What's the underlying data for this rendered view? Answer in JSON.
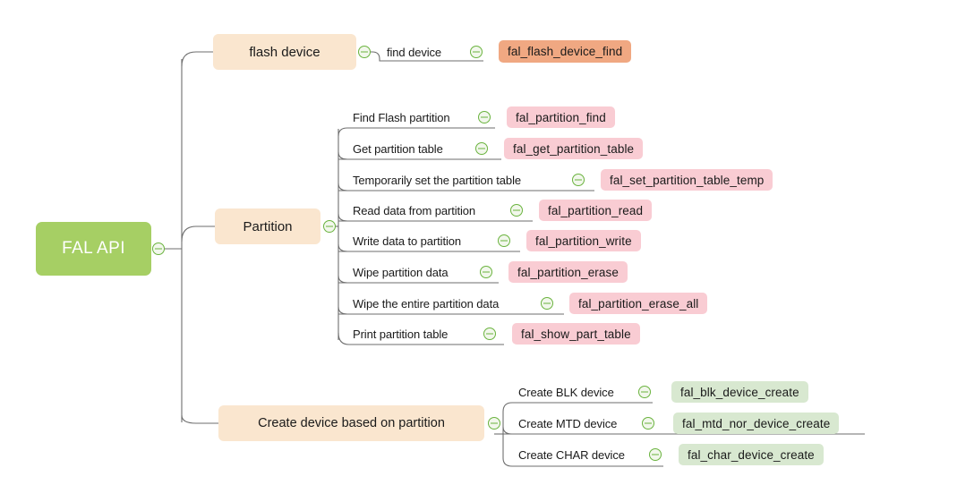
{
  "diagram": {
    "type": "mind-map",
    "title": "FAL API",
    "colors": {
      "root": "#a6cf64",
      "topic": "#fae6cf",
      "badge_orange": "#f0a882",
      "badge_pink": "#f9ccd3",
      "badge_green": "#d8e8d0",
      "connector": "#6e6e6e",
      "toggle": "#6ab33e"
    }
  },
  "root": {
    "label": "FAL API",
    "toggle_icon": "collapse-minus-icon"
  },
  "branches": [
    {
      "id": "flash-device",
      "label": "flash device",
      "toggle_icon": "collapse-minus-icon",
      "items": [
        {
          "label": "find device",
          "api": "fal_flash_device_find",
          "badge": "orange",
          "toggle_icon": "collapse-minus-icon"
        }
      ]
    },
    {
      "id": "partition",
      "label": "Partition",
      "toggle_icon": "collapse-minus-icon",
      "items": [
        {
          "label": "Find Flash partition",
          "api": "fal_partition_find",
          "badge": "pink",
          "toggle_icon": "collapse-minus-icon"
        },
        {
          "label": "Get partition table",
          "api": "fal_get_partition_table",
          "badge": "pink",
          "toggle_icon": "collapse-minus-icon"
        },
        {
          "label": "Temporarily set the partition table",
          "api": "fal_set_partition_table_temp",
          "badge": "pink",
          "toggle_icon": "collapse-minus-icon"
        },
        {
          "label": "Read data from partition",
          "api": "fal_partition_read",
          "badge": "pink",
          "toggle_icon": "collapse-minus-icon"
        },
        {
          "label": "Write data to partition",
          "api": "fal_partition_write",
          "badge": "pink",
          "toggle_icon": "collapse-minus-icon"
        },
        {
          "label": "Wipe partition data",
          "api": "fal_partition_erase",
          "badge": "pink",
          "toggle_icon": "collapse-minus-icon"
        },
        {
          "label": "Wipe the entire partition data",
          "api": "fal_partition_erase_all",
          "badge": "pink",
          "toggle_icon": "collapse-minus-icon"
        },
        {
          "label": "Print partition table",
          "api": "fal_show_part_table",
          "badge": "pink",
          "toggle_icon": "collapse-minus-icon"
        }
      ]
    },
    {
      "id": "create-device",
      "label": "Create device based on partition",
      "toggle_icon": "collapse-minus-icon",
      "items": [
        {
          "label": "Create BLK device",
          "api": "fal_blk_device_create",
          "badge": "green",
          "toggle_icon": "collapse-minus-icon"
        },
        {
          "label": "Create MTD device",
          "api": "fal_mtd_nor_device_create",
          "badge": "green",
          "toggle_icon": "collapse-minus-icon"
        },
        {
          "label": "Create CHAR device",
          "api": "fal_char_device_create",
          "badge": "green",
          "toggle_icon": "collapse-minus-icon"
        }
      ]
    }
  ]
}
